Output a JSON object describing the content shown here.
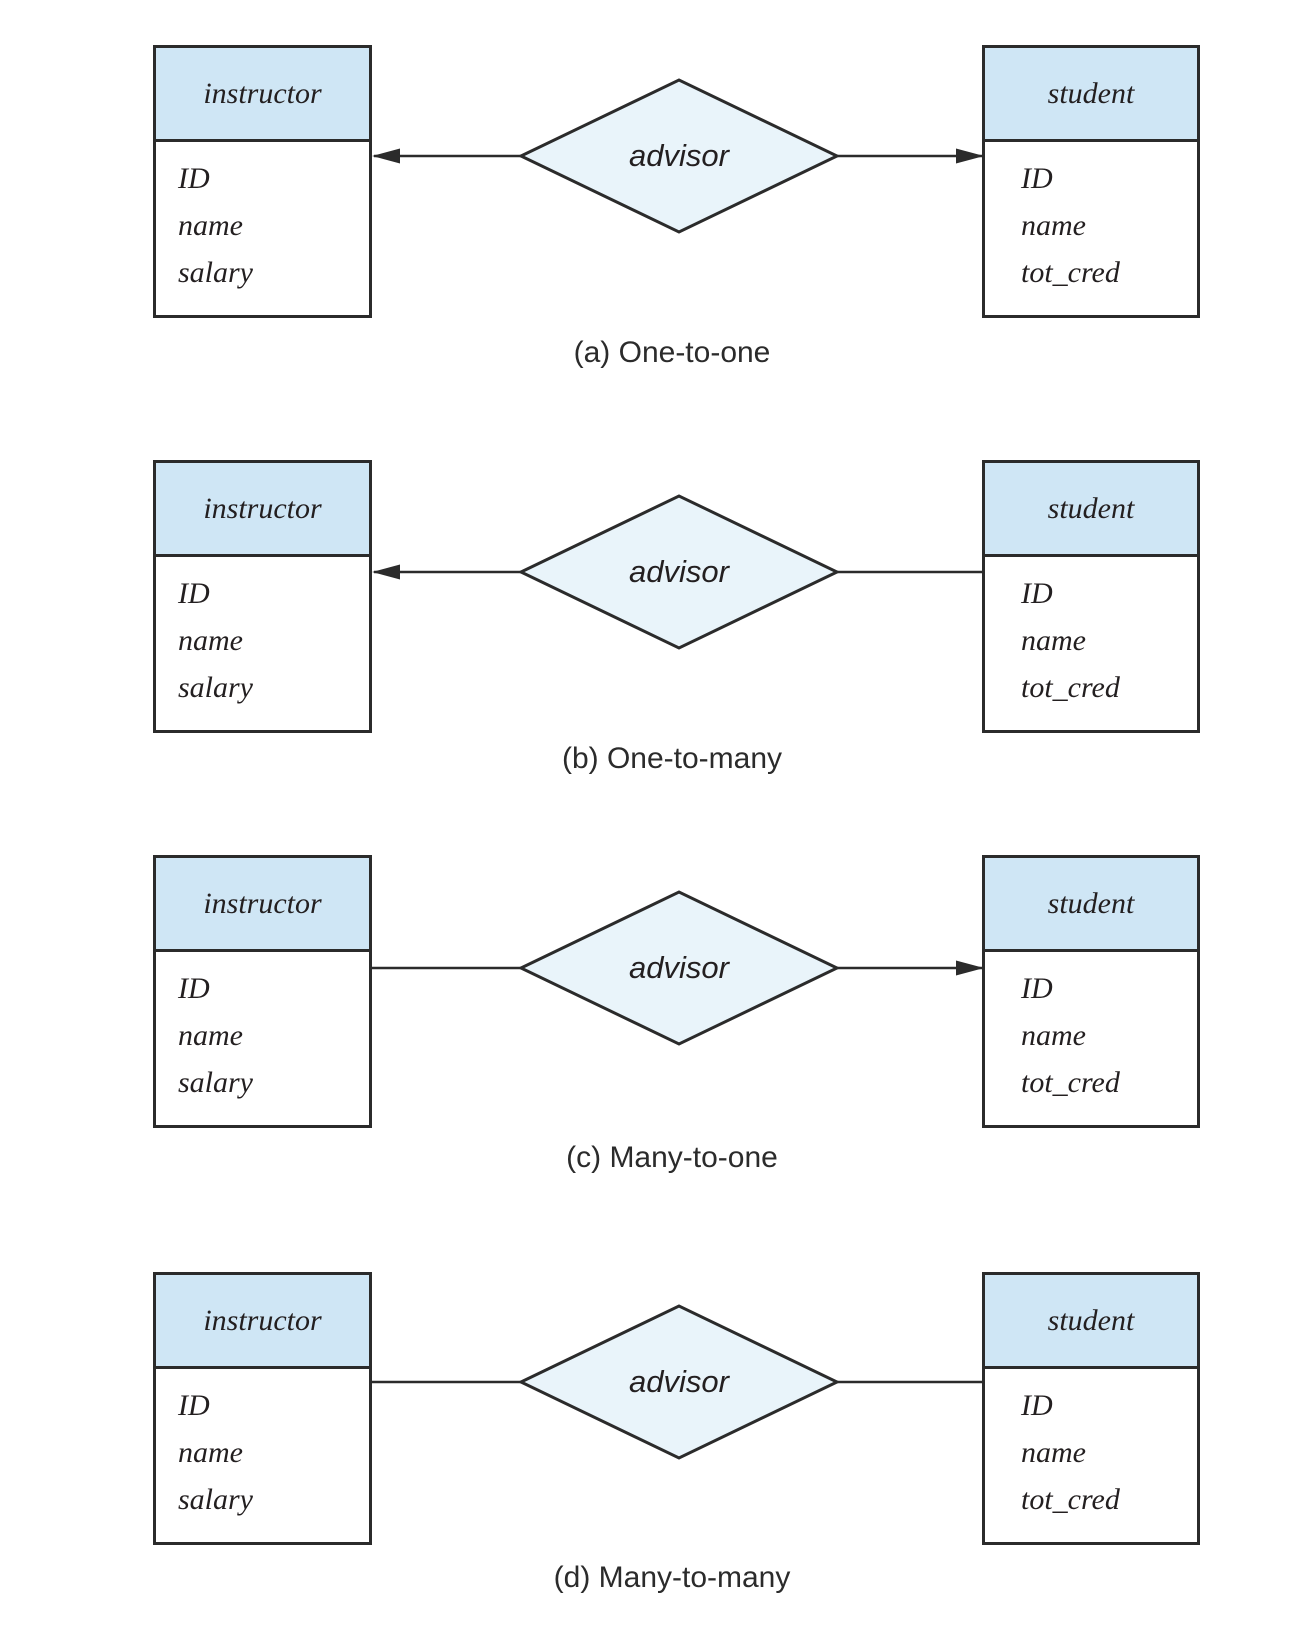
{
  "colors": {
    "entity_header_fill": "#cfe6f5",
    "diamond_fill": "#e9f4fa",
    "stroke": "#2b2b2b",
    "text": "#231f20"
  },
  "sections": [
    {
      "caption": "(a) One-to-one",
      "cardinality": "one-to-one",
      "relationship": "advisor",
      "instructor": {
        "name": "instructor",
        "attributes": [
          "ID",
          "name",
          "salary"
        ]
      },
      "student": {
        "name": "student",
        "attributes": [
          "ID",
          "name",
          "tot_cred"
        ]
      },
      "arrow_to_instructor": true,
      "arrow_to_student": true
    },
    {
      "caption": "(b) One-to-many",
      "cardinality": "one-to-many",
      "relationship": "advisor",
      "instructor": {
        "name": "instructor",
        "attributes": [
          "ID",
          "name",
          "salary"
        ]
      },
      "student": {
        "name": "student",
        "attributes": [
          "ID",
          "name",
          "tot_cred"
        ]
      },
      "arrow_to_instructor": true,
      "arrow_to_student": false
    },
    {
      "caption": "(c) Many-to-one",
      "cardinality": "many-to-one",
      "relationship": "advisor",
      "instructor": {
        "name": "instructor",
        "attributes": [
          "ID",
          "name",
          "salary"
        ]
      },
      "student": {
        "name": "student",
        "attributes": [
          "ID",
          "name",
          "tot_cred"
        ]
      },
      "arrow_to_instructor": false,
      "arrow_to_student": true
    },
    {
      "caption": "(d) Many-to-many",
      "cardinality": "many-to-many",
      "relationship": "advisor",
      "instructor": {
        "name": "instructor",
        "attributes": [
          "ID",
          "name",
          "salary"
        ]
      },
      "student": {
        "name": "student",
        "attributes": [
          "ID",
          "name",
          "tot_cred"
        ]
      },
      "arrow_to_instructor": false,
      "arrow_to_student": false
    }
  ]
}
